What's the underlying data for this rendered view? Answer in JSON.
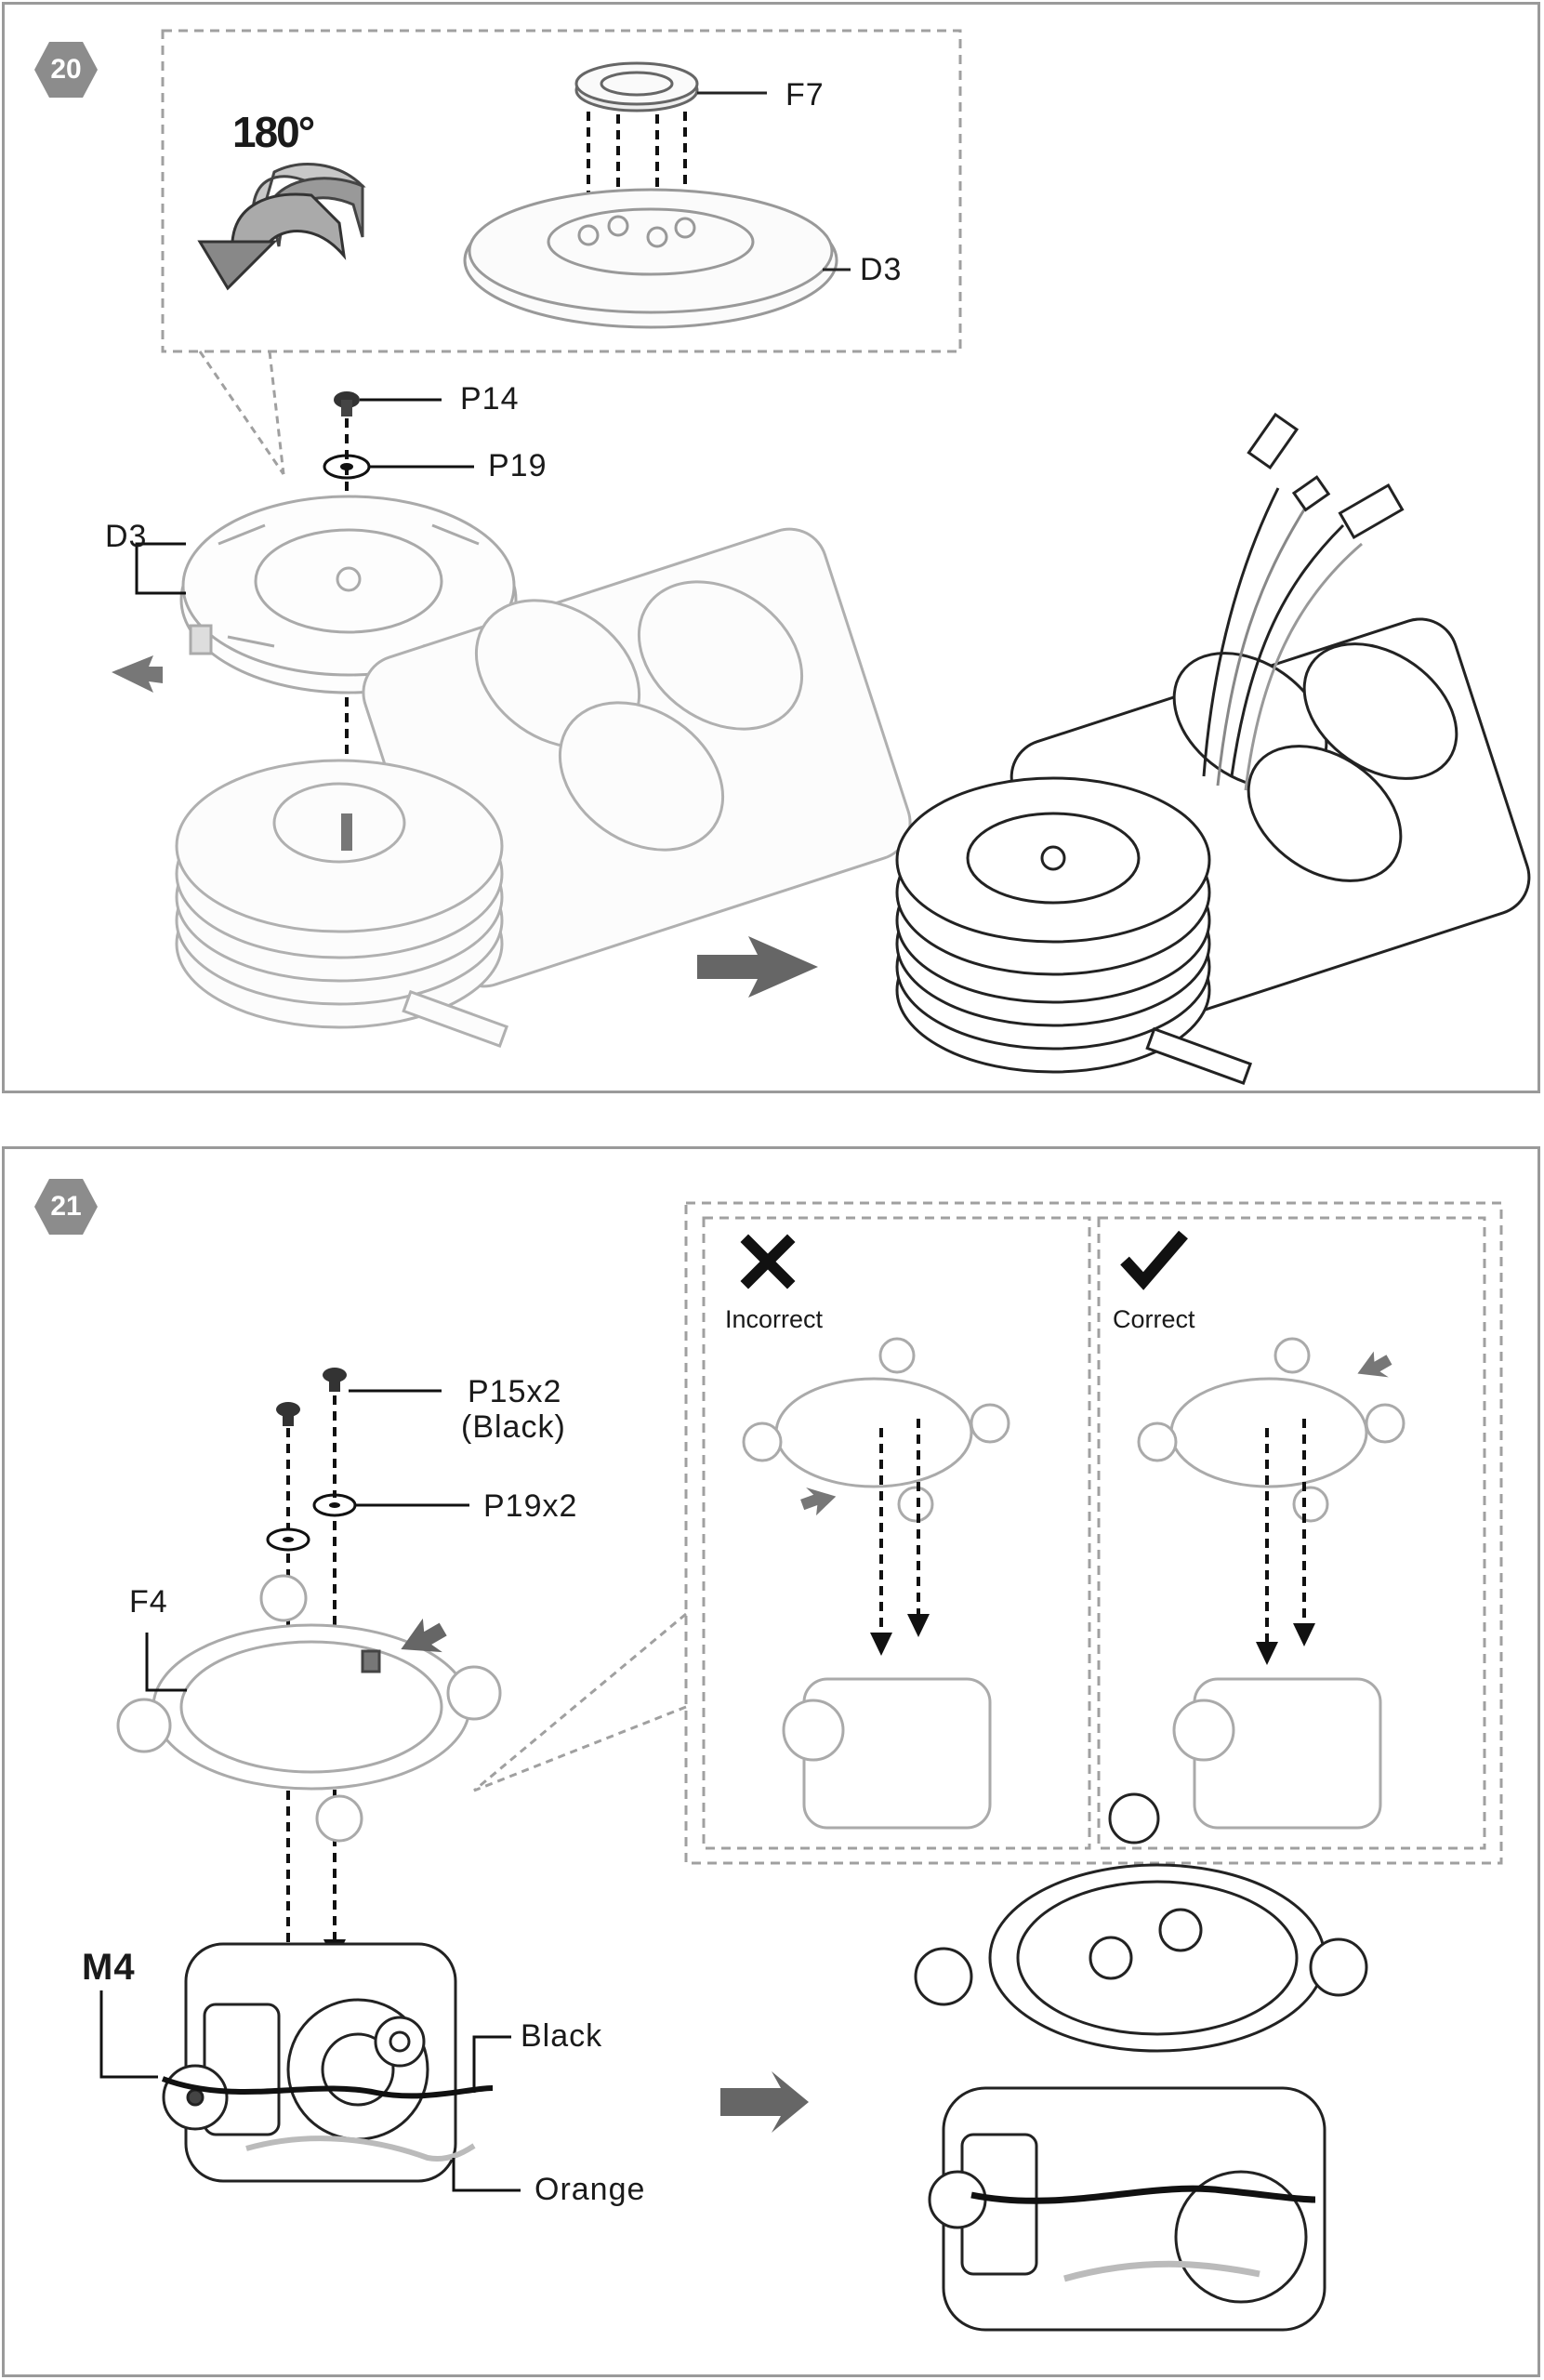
{
  "steps": [
    {
      "number": "20",
      "rotation_label": "180°",
      "labels": {
        "f7": "F7",
        "d3_inset": "D3",
        "p14": "P14",
        "p19": "P19",
        "d3": "D3"
      }
    },
    {
      "number": "21",
      "labels": {
        "p15": "P15x2",
        "p15_note": "(Black)",
        "p19": "P19x2",
        "f4": "F4",
        "m4": "M4",
        "black": "Black",
        "orange": "Orange",
        "incorrect": "Incorrect",
        "correct": "Correct"
      }
    }
  ],
  "icons": {
    "step_badge": "hexagon-badge",
    "rotate": "rotate-180-arrow-icon",
    "next": "right-arrow-icon",
    "incorrect": "cross-icon",
    "correct": "check-icon"
  },
  "colors": {
    "badge": "#8c8c8c",
    "frame": "#9a9a9a",
    "ghost": "#a8a8a8",
    "line": "#1a1a1a",
    "arrow": "#6e6e6e"
  }
}
